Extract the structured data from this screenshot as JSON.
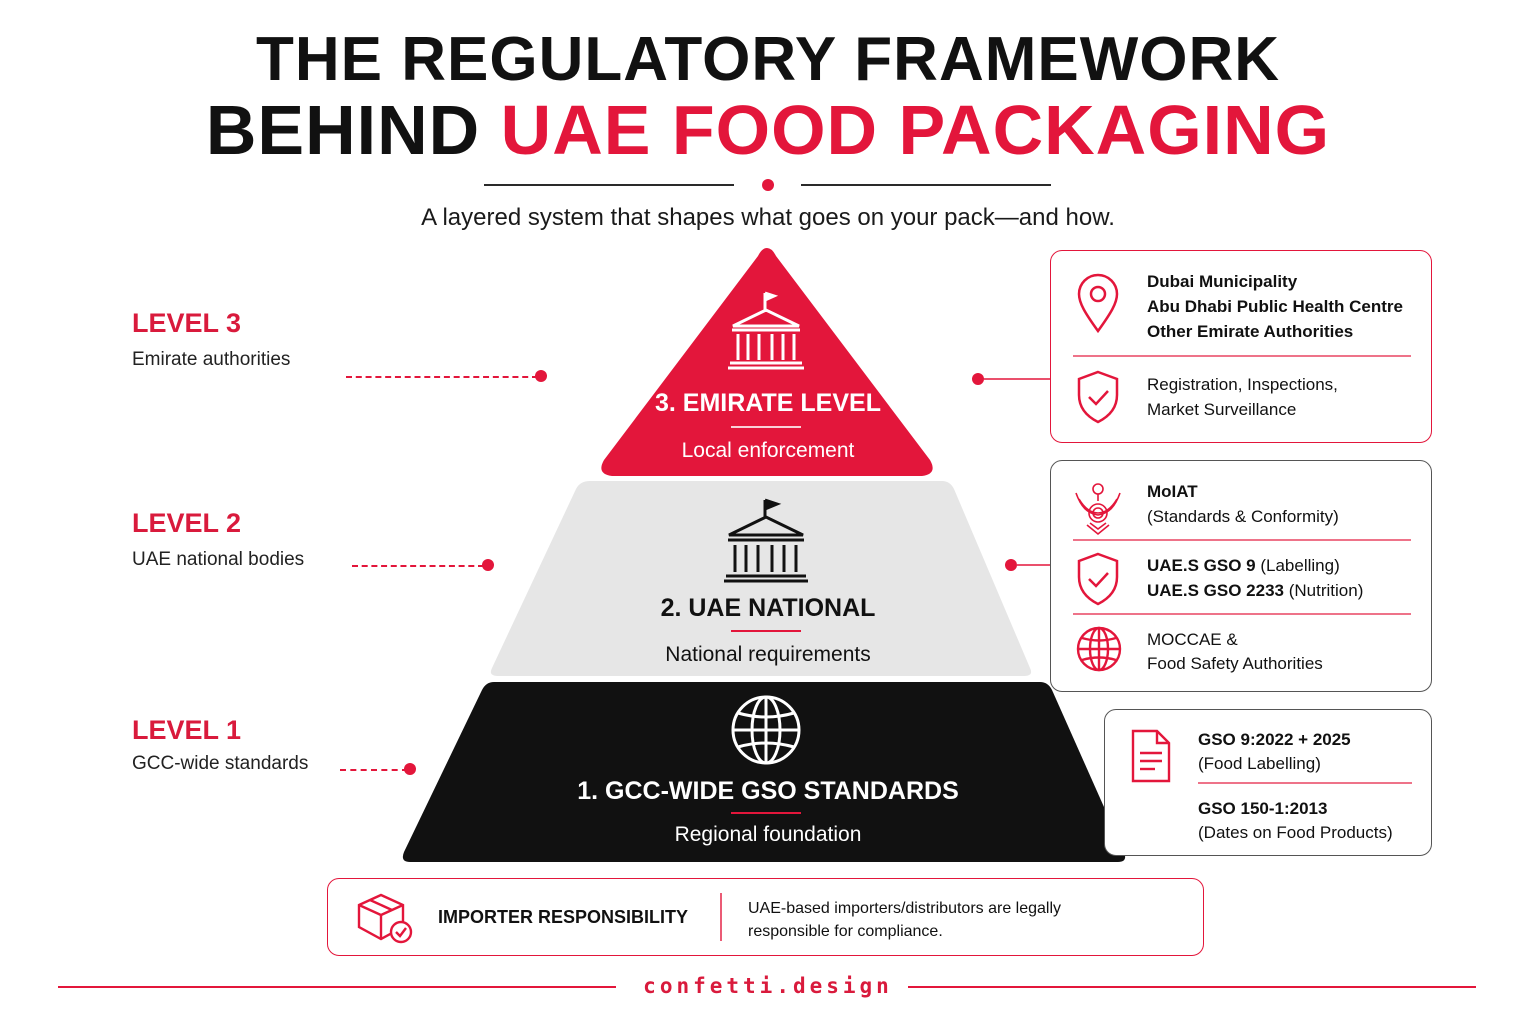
{
  "header": {
    "title_line1": "THE REGULATORY FRAMEWORK",
    "title_line2_black": "BEHIND ",
    "title_line2_red": "UAE FOOD PACKAGING",
    "subtitle": "A layered system that shapes what goes on your pack—and how."
  },
  "levels": [
    {
      "label": "LEVEL 3",
      "desc": "Emirate authorities"
    },
    {
      "label": "LEVEL 2",
      "desc": "UAE national bodies"
    },
    {
      "label": "LEVEL 1",
      "desc": "GCC-wide standards"
    }
  ],
  "pyramid": {
    "top": {
      "heading": "3. EMIRATE LEVEL",
      "sub": "Local enforcement",
      "icon": "government-building-icon"
    },
    "middle": {
      "heading": "2. UAE NATIONAL",
      "sub": "National requirements",
      "icon": "government-building-icon"
    },
    "bottom": {
      "heading": "1. GCC-WIDE GSO STANDARDS",
      "sub": "Regional foundation",
      "icon": "globe-icon"
    }
  },
  "cards": {
    "emirate": {
      "authority_1": "Dubai Municipality",
      "authority_2": "Abu Dhabi Public Health Centre",
      "authority_3": "Other Emirate Authorities",
      "duties_1": "Registration, Inspections,",
      "duties_2": "Market Surveillance"
    },
    "national": {
      "moiat": "MoIAT",
      "moiat_desc": "(Standards & Conformity)",
      "std1_code": "UAE.S GSO 9",
      "std1_desc": " (Labelling)",
      "std2_code": "UAE.S GSO 2233",
      "std2_desc": " (Nutrition)",
      "moccae_1": "MOCCAE &",
      "moccae_2": "Food Safety Authorities"
    },
    "gcc": {
      "std1_code": "GSO 9:2022 + 2025",
      "std1_desc": "(Food Labelling)",
      "std2_code": "GSO 150-1:2013",
      "std2_desc": "(Dates on Food Products)"
    }
  },
  "importer": {
    "title": "IMPORTER RESPONSIBILITY",
    "desc_1": "UAE-based importers/distributors are legally",
    "desc_2": "responsible for compliance."
  },
  "footer": {
    "brand": "confetti.design"
  },
  "colors": {
    "accent": "#e3163b",
    "dark": "#111111",
    "light_gray": "#e6e6e6"
  }
}
